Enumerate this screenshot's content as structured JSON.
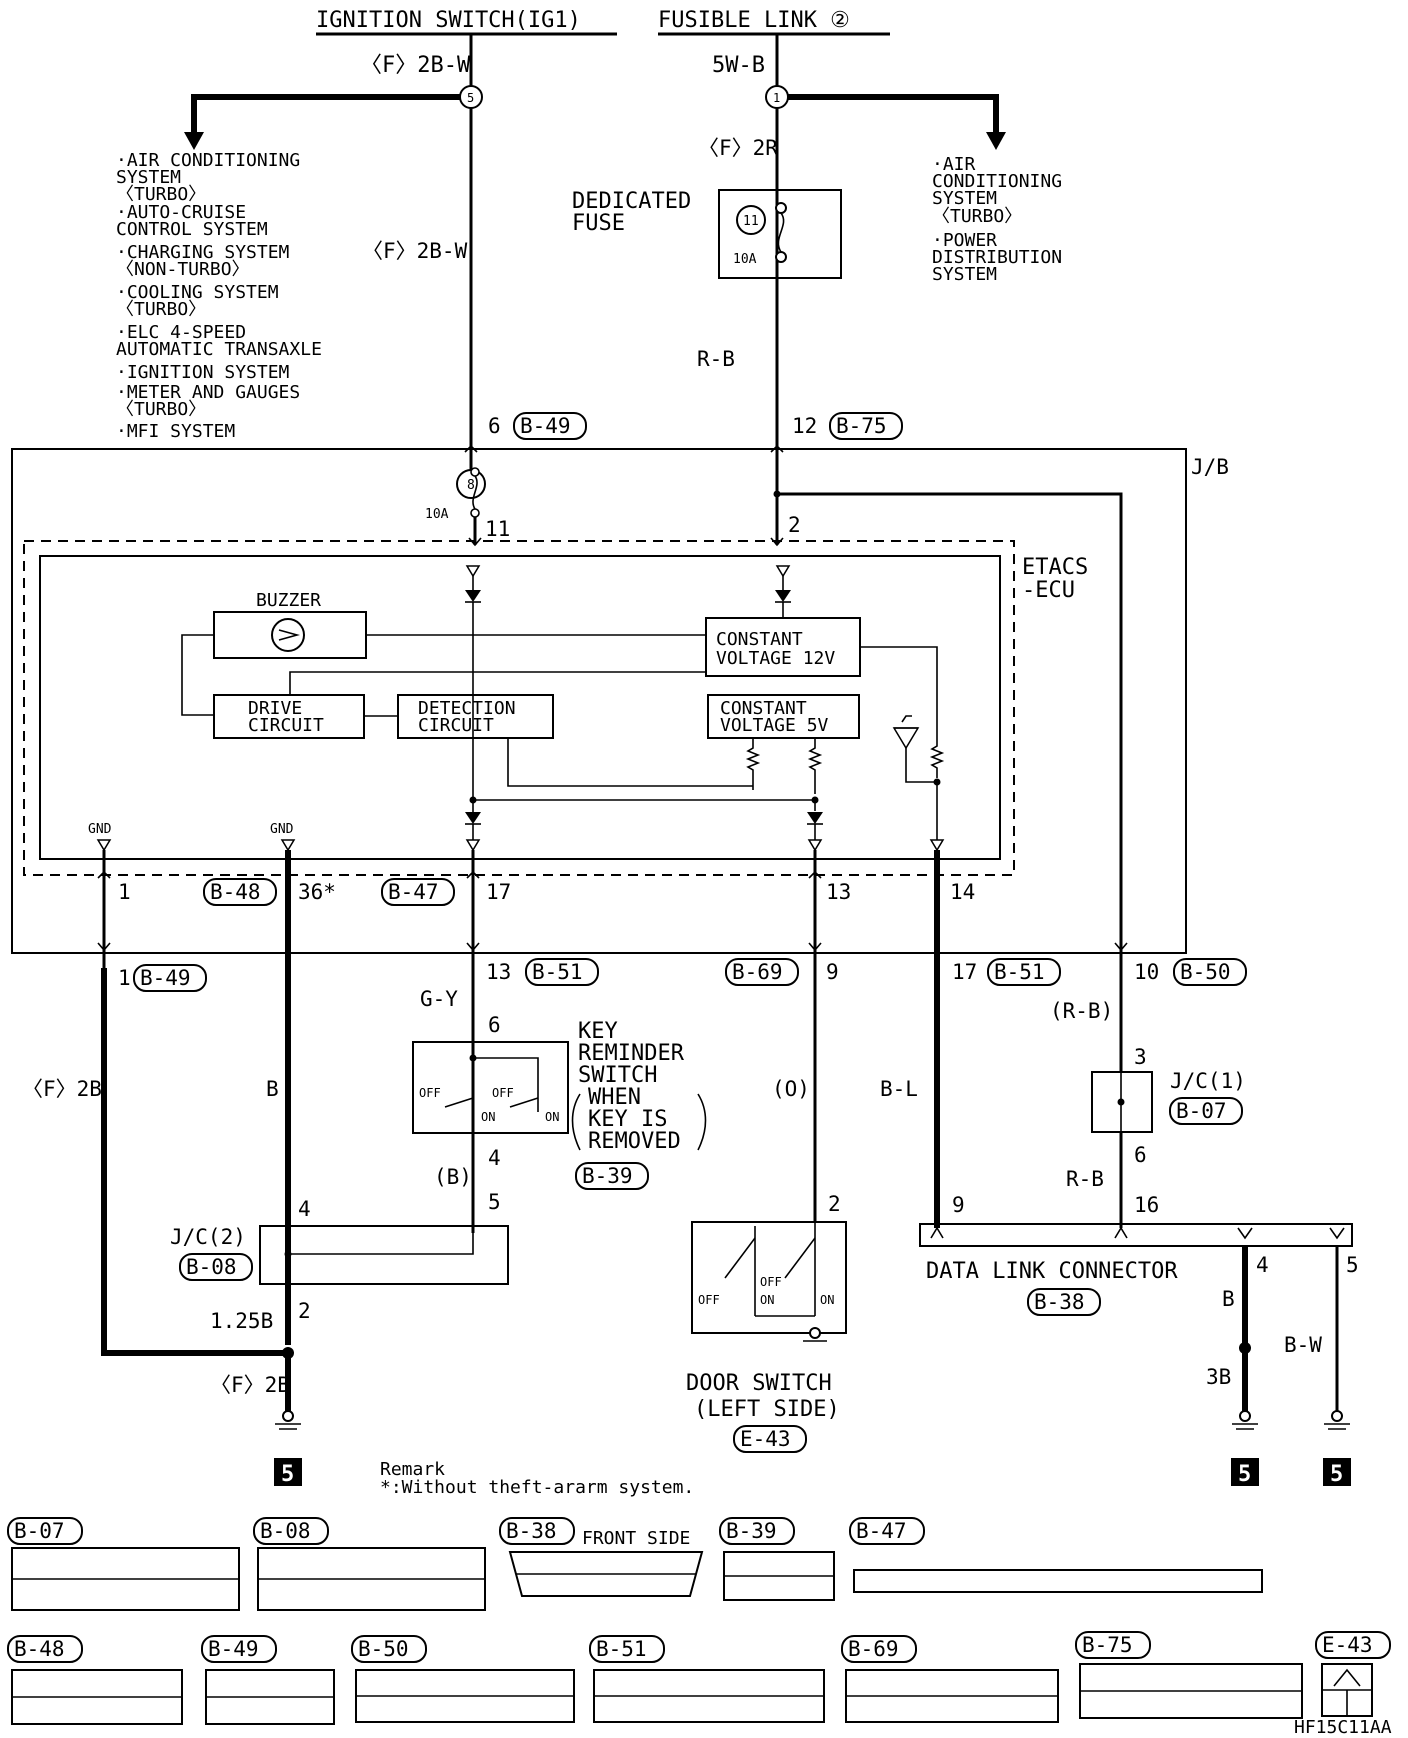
{
  "sources": {
    "ignition": "IGNITION SWITCH(IG1)",
    "fusible": "FUSIBLE LINK ②"
  },
  "wires": {
    "f2bw_top": "〈F〉2B-W",
    "f2bw_mid": "〈F〉2B-W",
    "w5wb": "5W-B",
    "f2r": "〈F〉2R",
    "rb_top": "R-B",
    "f2b_left": "〈F〉2B",
    "b_left": "B",
    "gy": "G-Y",
    "b_paren": "(B)",
    "o_paren": "(O)",
    "bl": "B-L",
    "rb_paren": "(R-B)",
    "rb_low": "R-B",
    "w125b": "1.25B",
    "f2b_bottom": "〈F〉2B",
    "b_right": "B",
    "w3b": "3B",
    "bw": "B-W"
  },
  "splices": {
    "left": "5",
    "right": "1",
    "fuse11": "11",
    "fuse8": "8"
  },
  "left_list": [
    "·AIR CONDITIONING",
    " SYSTEM",
    " 〈TURBO〉",
    "·AUTO-CRUISE",
    " CONTROL SYSTEM",
    "·CHARGING SYSTEM",
    " 〈NON-TURBO〉",
    "·COOLING SYSTEM",
    " 〈TURBO〉",
    "·ELC 4-SPEED",
    " AUTOMATIC TRANSAXLE",
    "·IGNITION SYSTEM",
    "·METER AND GAUGES",
    " 〈TURBO〉",
    "·MFI SYSTEM"
  ],
  "right_list": [
    "·AIR",
    " CONDITIONING",
    " SYSTEM",
    " 〈TURBO〉",
    "·POWER",
    " DISTRIBUTION",
    " SYSTEM"
  ],
  "fuse": {
    "title1": "DEDICATED",
    "title2": "FUSE",
    "rating": "10A",
    "jb_rating": "10A"
  },
  "jb": {
    "label": "J/B"
  },
  "etacs": {
    "label1": "ETACS",
    "label2": "-ECU",
    "buzzer": "BUZZER",
    "drive1": "DRIVE",
    "drive2": "CIRCUIT",
    "detect1": "DETECTION",
    "detect2": "CIRCUIT",
    "cv12a": "CONSTANT",
    "cv12b": "VOLTAGE 12V",
    "cv5a": "CONSTANT",
    "cv5b": "VOLTAGE 5V",
    "gnd": "GND"
  },
  "connectors": {
    "b49": "B-49",
    "b75": "B-75",
    "b48": "B-48",
    "b47": "B-47",
    "b51": "B-51",
    "b69": "B-69",
    "b50": "B-50",
    "b07": "B-07",
    "b39": "B-39",
    "b08": "B-08",
    "b38": "B-38",
    "e43": "E-43"
  },
  "pins": {
    "p6": "6",
    "p12": "12",
    "p11": "11",
    "p2": "2",
    "p1": "1",
    "p36": "36*",
    "p17": "17",
    "p13": "13",
    "p14": "14",
    "q1": "1",
    "q13": "13",
    "q9": "9",
    "q17": "17",
    "q10": "10",
    "k6": "6",
    "k4": "4",
    "k5": "5",
    "j3": "3",
    "j6": "6",
    "jc2_4": "4",
    "jc2_2": "2",
    "ds2": "2",
    "dl9": "9",
    "dl16": "16",
    "dl4": "4",
    "dl5": "5"
  },
  "key_switch": {
    "l1": "KEY",
    "l2": "REMINDER",
    "l3": "SWITCH",
    "l4": "WHEN",
    "l5": "KEY IS",
    "l6": "REMOVED",
    "off": "OFF",
    "on": "ON"
  },
  "jc1": "J/C(1)",
  "jc2": "J/C(2)",
  "door": {
    "l1": "DOOR SWITCH",
    "l2": "(LEFT SIDE)",
    "off": "OFF",
    "on": "ON"
  },
  "dlc": "DATA LINK CONNECTOR",
  "ground_num": "5",
  "remark": {
    "title": "Remark",
    "text": "*:Without theft-ararm system."
  },
  "faces": {
    "b07": "B-07",
    "b08": "B-08",
    "b38": "B-38",
    "front_side": "FRONT SIDE",
    "b39": "B-39",
    "b47": "B-47",
    "b48": "B-48",
    "b49": "B-49",
    "b50": "B-50",
    "b51": "B-51",
    "b69": "B-69",
    "b75": "B-75",
    "e43": "E-43"
  },
  "code": "HF15C11AA"
}
